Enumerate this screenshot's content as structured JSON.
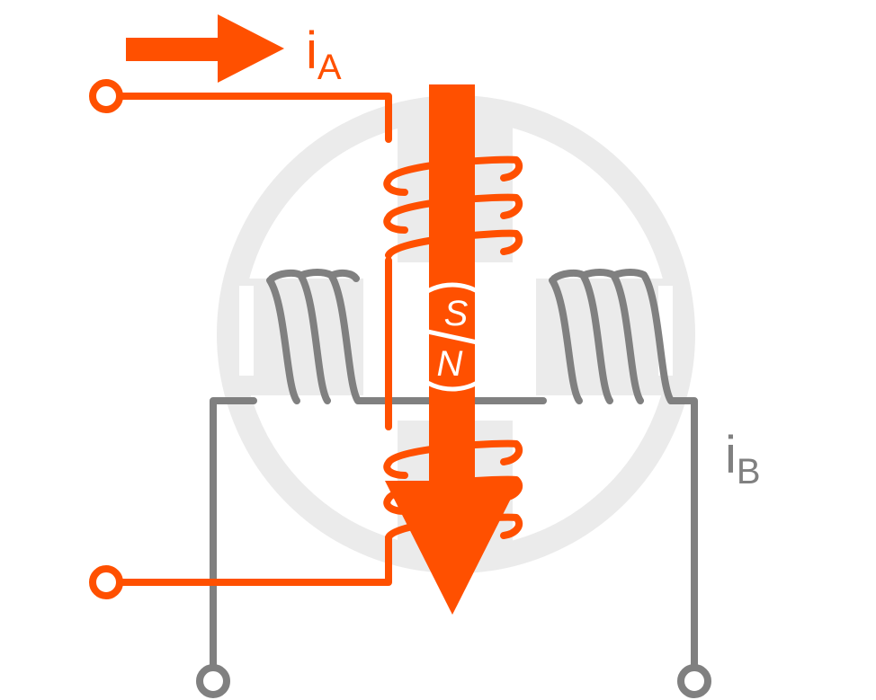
{
  "labels": {
    "current_a": {
      "symbol": "i",
      "subscript": "A"
    },
    "current_b": {
      "symbol": "i",
      "subscript": "B"
    },
    "rotor_south": "S",
    "rotor_north": "N"
  },
  "colors": {
    "phase_a": "#ff5000",
    "phase_b": "#808080",
    "stator": "#ebebeb",
    "background": "#ffffff"
  },
  "icons": {
    "current_direction_arrow": "arrow-right-icon",
    "magnetic_field_arrow": "arrow-down-icon"
  }
}
